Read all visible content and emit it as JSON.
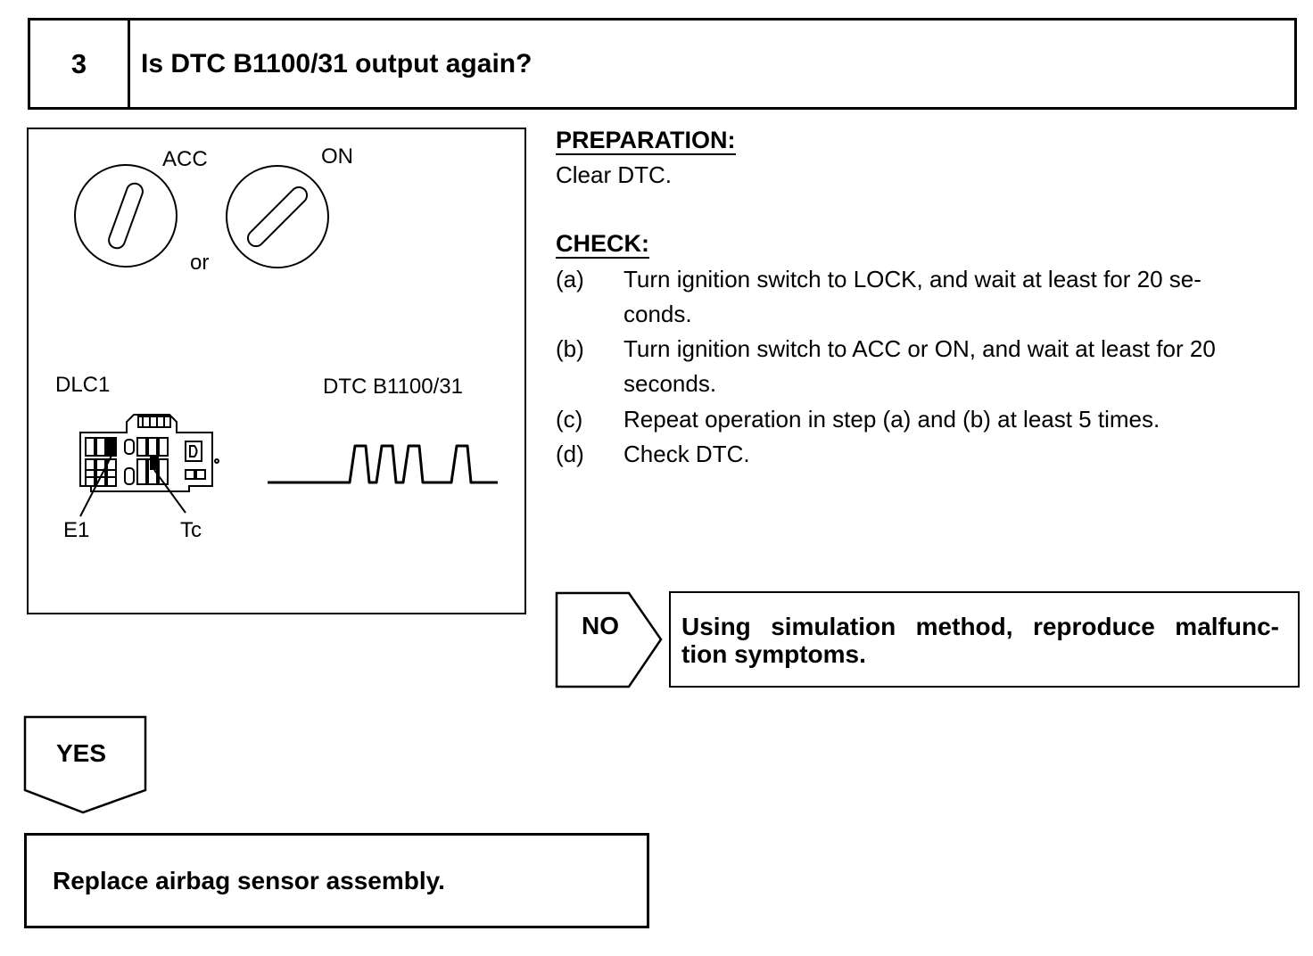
{
  "step": {
    "number": "3",
    "question": "Is DTC B1100/31 output again?"
  },
  "illustration": {
    "key_acc_label": "ACC",
    "key_on_label": "ON",
    "or_label": "or",
    "connector_label": "DLC1",
    "waveform_label": "DTC B1100/31",
    "terminal_e1": "E1",
    "terminal_tc": "Tc",
    "pulse_count": 4
  },
  "preparation": {
    "heading": "PREPARATION:",
    "text": "Clear DTC."
  },
  "check": {
    "heading": "CHECK:",
    "steps": [
      {
        "letter": "(a)",
        "text": "Turn ignition switch to LOCK, and wait at least for 20 se-",
        "text2": "conds."
      },
      {
        "letter": "(b)",
        "text": "Turn ignition switch to ACC or ON, and wait at least for 20",
        "text2": "seconds."
      },
      {
        "letter": "(c)",
        "text": "Repeat operation in step (a) and (b) at least 5 times."
      },
      {
        "letter": "(d)",
        "text": "Check DTC."
      }
    ]
  },
  "no_branch": {
    "label": "NO",
    "result": "Using simulation method, reproduce malfunc- tion symptoms."
  },
  "yes_branch": {
    "label": "YES",
    "result": "Replace airbag sensor assembly."
  }
}
